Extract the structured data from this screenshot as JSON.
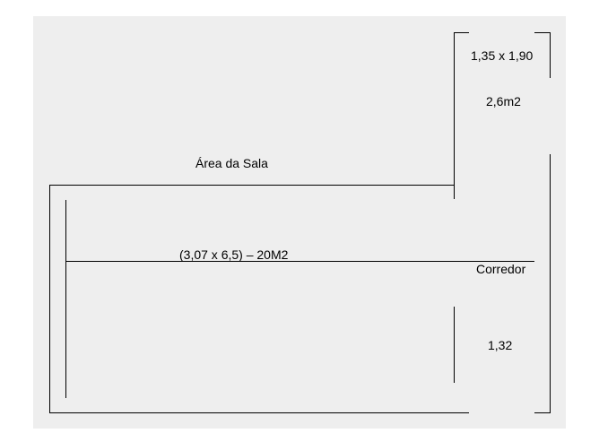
{
  "diagram": {
    "labels": {
      "small_room_dims": "1,35 x 1,90",
      "small_room_area": "2,6m2",
      "living_room_title": "Área da Sala",
      "living_room_dims": "(3,07 x 6,5) – 20M2",
      "corridor_label": "Corredor",
      "corridor_value": "1,32"
    },
    "colors": {
      "background": "#eeeeee",
      "line": "#000000",
      "text": "#000000"
    }
  }
}
